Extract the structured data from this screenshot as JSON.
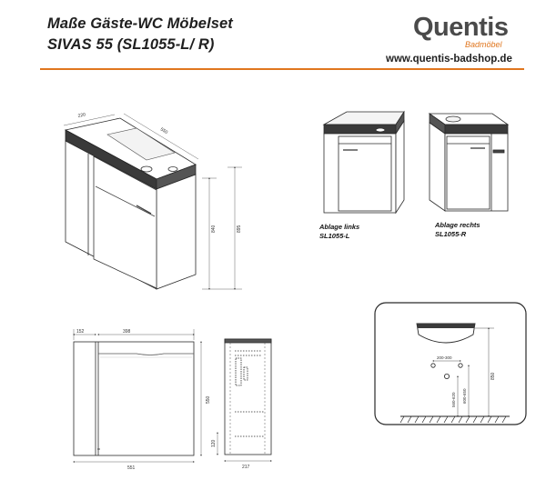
{
  "header": {
    "title_line1": "Maße Gäste-WC Möbelset",
    "title_line2": "SIVAS 55 (SL1055-L/ R)",
    "logo_text": "Quentis",
    "logo_subtext": "Badmöbel",
    "url": "www.quentis-badshop.de",
    "accent_color": "#e0761e"
  },
  "perspective_view": {
    "dim_depth": "220",
    "dim_width": "550",
    "dim_height_body": "840",
    "dim_height_total": "895"
  },
  "variants": [
    {
      "name": "Ablage links",
      "code": "SL1055-L"
    },
    {
      "name": "Ablage rechts",
      "code": "SL1055-R"
    }
  ],
  "front_view": {
    "dim_left": "152",
    "dim_right": "398",
    "dim_height": "550",
    "dim_total_width": "551"
  },
  "side_view": {
    "dim_lower": "120",
    "dim_depth": "217"
  },
  "installation": {
    "dim_horizontal": "200-300",
    "dim_height_1": "560-620",
    "dim_height_2": "600-650",
    "dim_height_total": "850"
  }
}
